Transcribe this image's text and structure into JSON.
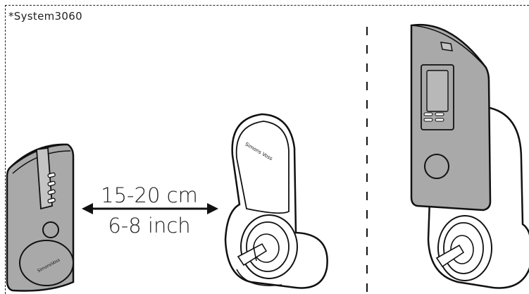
{
  "caption": "*System3060",
  "distance": {
    "metric": "15-20 cm",
    "imperial": "6-8 inch"
  },
  "brand_text": "SimonsVoss",
  "colors": {
    "line": "#111111",
    "transponder_fill": "#a9a9a9",
    "cylinder_fill": "#ffffff"
  },
  "icons": [
    "transponder-icon",
    "lock-cylinder-icon",
    "double-arrow-icon",
    "separator-line"
  ]
}
